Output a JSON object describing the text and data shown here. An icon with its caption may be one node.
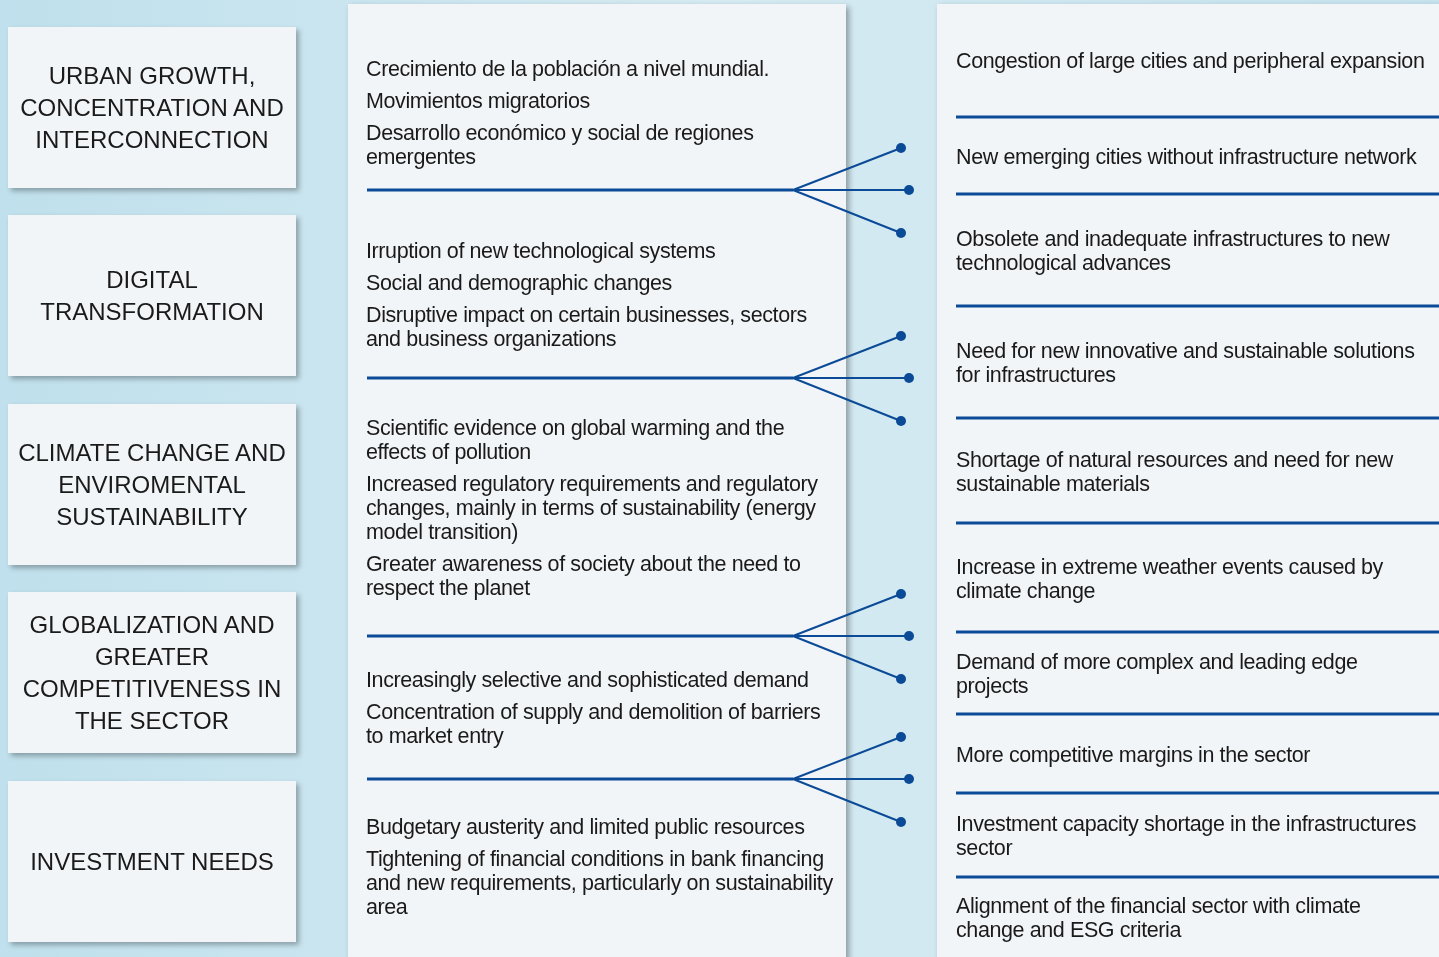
{
  "diagram": {
    "nodes": [
      {
        "text": [
          "URBAN GROWTH, CONCENTRATION AND INTERCONNECTION"
        ]
      },
      {
        "text": [
          "DIGITAL TRANSFORMATION"
        ]
      },
      {
        "text": [
          "CLIMATE CHANGE AND ENVIROMENTAL SUSTAINABILITY"
        ]
      },
      {
        "text": [
          "GLOBALIZATION AND GREATER COMPETITIVENESS IN THE SECTOR"
        ]
      },
      {
        "text": [
          "INVESTMENT NEEDS"
        ]
      },
      {
        "text": [],
        "shape": "box"
      },
      {
        "text": [
          "Crecimiento de la población a nivel mundial.",
          "Movimientos migratorios",
          "Desarrollo económico y social de regiones emergentes"
        ],
        "in": 5
      },
      {
        "text": [
          "Irruption of new technological systems",
          "Social and demographic changes",
          "Disruptive impact on certain businesses, sectors and business organizations"
        ],
        "in": 5
      },
      {
        "text": [
          "Scientific evidence on global warming and the effects of pollution",
          "Increased regulatory requirements and regulatory changes, mainly in terms of sustainability (energy model transition)",
          "Greater awareness of society about the need to respect the planet"
        ],
        "in": 5
      },
      {
        "text": [
          "Increasingly selective and sophisticated demand",
          "Concentration of supply and demolition of barriers to market entry"
        ],
        "in": 5
      },
      {
        "text": [
          "Budgetary austerity and limited public resources",
          "Tightening of financial conditions in bank financing and new requirements, particularly on sustainability area"
        ],
        "in": 5
      },
      {
        "text": [],
        "shape": "box"
      },
      {
        "text": [
          "Congestion of large cities and peripheral expansion"
        ],
        "in": 11
      },
      {
        "text": [
          "New emerging cities without infrastructure network"
        ],
        "in": 11
      },
      {
        "text": [
          "Obsolete and inadequate infrastructures to new technological advances"
        ],
        "in": 11
      },
      {
        "text": [
          "Need for new innovative and sustainable solutions for infrastructures"
        ],
        "in": 11
      },
      {
        "text": [
          "Shortage of natural resources and need for new sustainable materials"
        ],
        "in": 11
      },
      {
        "text": [
          "Increase in extreme weather events caused by climate change"
        ],
        "in": 11
      },
      {
        "text": [
          "Demand of more complex and leading edge projects"
        ],
        "in": 11
      },
      {
        "text": [
          "More competitive margins in the sector"
        ],
        "in": 11
      },
      {
        "text": [
          "Investment capacity shortage  in the infrastructures sector"
        ],
        "in": 11
      },
      {
        "text": [
          "Alignment of the financial sector with climate change and ESG criteria"
        ],
        "in": 11
      }
    ]
  }
}
